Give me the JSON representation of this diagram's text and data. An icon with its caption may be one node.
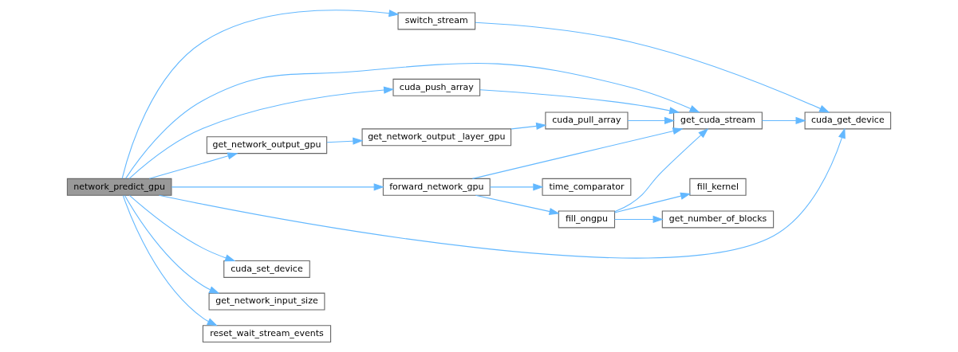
{
  "diagram": {
    "nodes": [
      {
        "text": [
          "network_predict_gpu"
        ]
      },
      {
        "text": [
          "cuda_push_array"
        ]
      },
      {
        "text": [
          "get_network_output_gpu"
        ]
      },
      {
        "text": [
          "cuda_set_device"
        ]
      },
      {
        "text": [
          "forward_network_gpu"
        ]
      },
      {
        "text": [
          "get_network_input_size"
        ]
      },
      {
        "text": [
          "switch_stream"
        ]
      },
      {
        "text": [
          "reset_wait_stream_events"
        ]
      },
      {
        "text": [
          "get_network_output _layer_gpu"
        ]
      },
      {
        "text": [
          "time_comparator"
        ]
      },
      {
        "text": [
          "fill_ongpu"
        ]
      },
      {
        "text": [
          "cuda_pull_array"
        ]
      },
      {
        "text": [
          "get_cuda_stream"
        ]
      },
      {
        "text": [
          "fill_kernel"
        ]
      },
      {
        "text": [
          "get_number_of_blocks"
        ]
      },
      {
        "text": [
          "cuda_get_device"
        ]
      }
    ],
    "edges": [
      {
        "from": 0,
        "to": 1,
        "arrow": "to"
      },
      {
        "from": 0,
        "to": 12,
        "arrow": "to"
      },
      {
        "from": 0,
        "to": 2,
        "arrow": "to"
      },
      {
        "from": 0,
        "to": 3,
        "arrow": "to"
      },
      {
        "from": 0,
        "to": 4,
        "arrow": "to"
      },
      {
        "from": 0,
        "to": 5,
        "arrow": "to"
      },
      {
        "from": 0,
        "to": 6,
        "arrow": "to"
      },
      {
        "from": 0,
        "to": 7,
        "arrow": "to"
      },
      {
        "from": 0,
        "to": 15,
        "arrow": "to"
      },
      {
        "from": 1,
        "to": 12,
        "arrow": "to"
      },
      {
        "from": 2,
        "to": 8,
        "arrow": "to"
      },
      {
        "from": 8,
        "to": 11,
        "arrow": "to"
      },
      {
        "from": 11,
        "to": 12,
        "arrow": "to"
      },
      {
        "from": 4,
        "to": 12,
        "arrow": "to"
      },
      {
        "from": 4,
        "to": 9,
        "arrow": "to"
      },
      {
        "from": 4,
        "to": 10,
        "arrow": "to"
      },
      {
        "from": 10,
        "to": 12,
        "arrow": "to"
      },
      {
        "from": 10,
        "to": 13,
        "arrow": "to"
      },
      {
        "from": 10,
        "to": 14,
        "arrow": "to"
      },
      {
        "from": 12,
        "to": 15,
        "arrow": "to"
      },
      {
        "from": 6,
        "to": 15,
        "arrow": "to"
      }
    ]
  }
}
